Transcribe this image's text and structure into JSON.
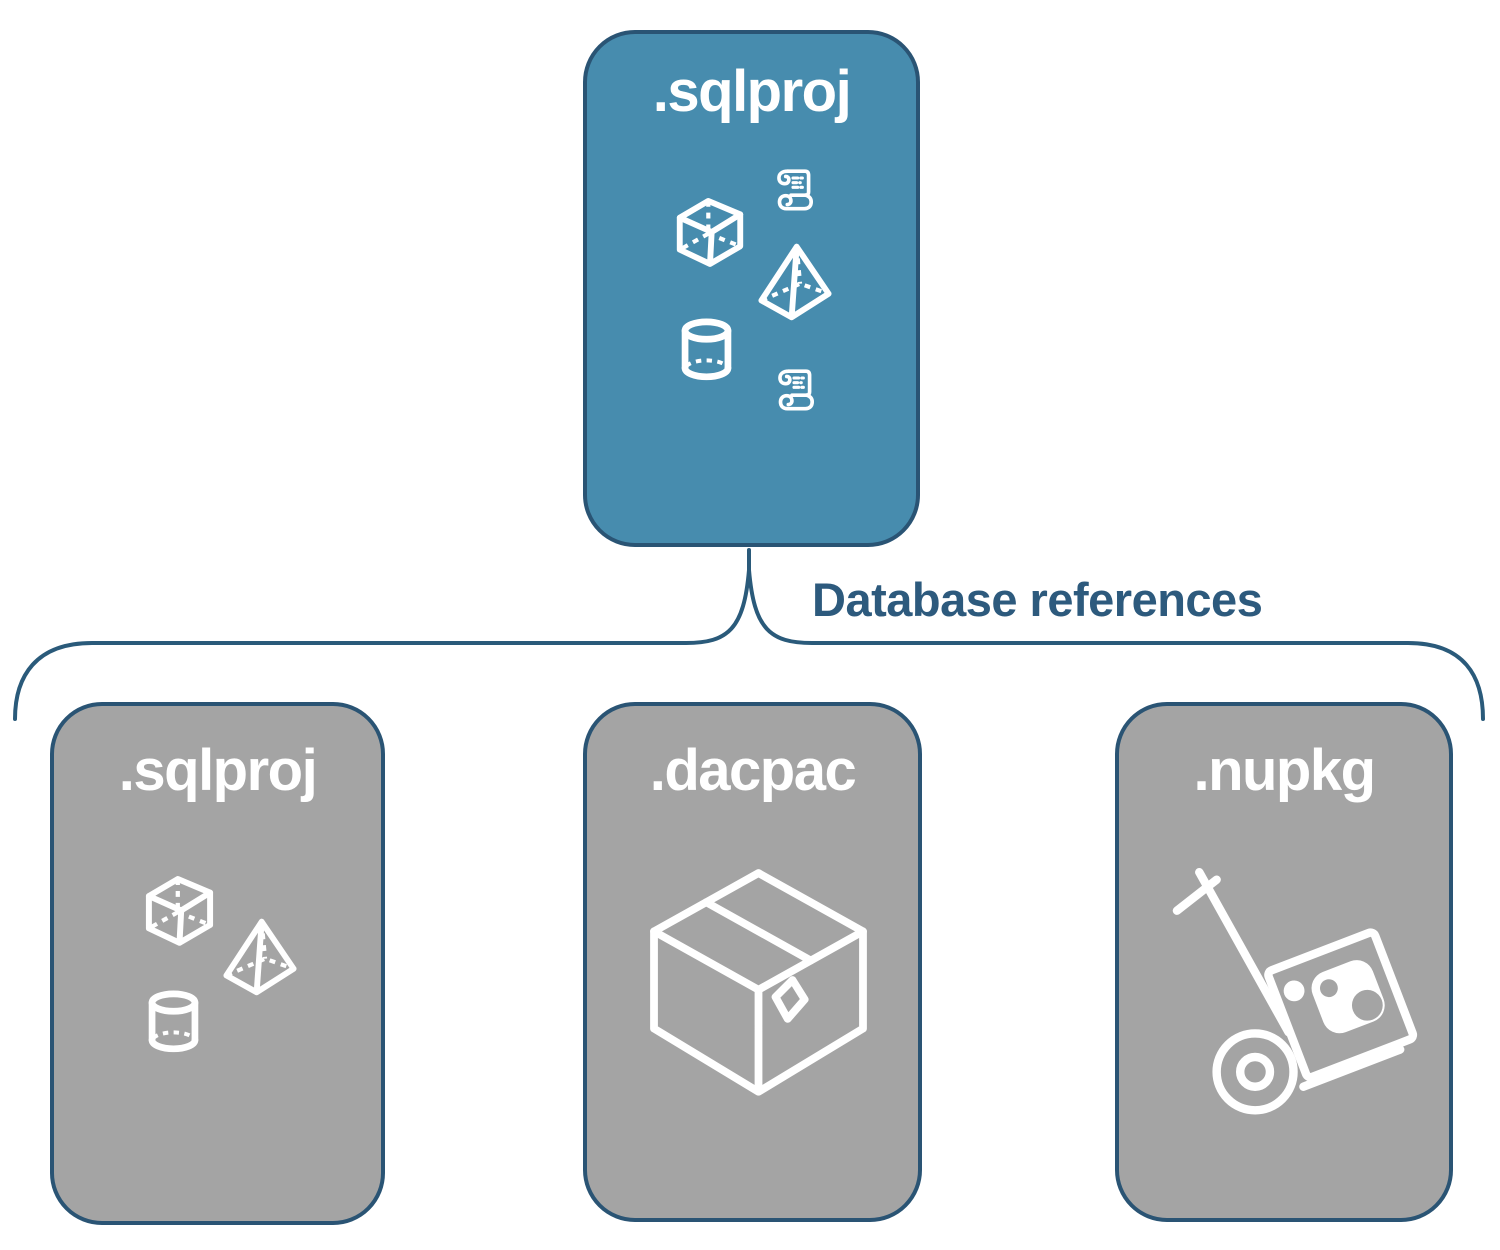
{
  "diagram": {
    "root_node": {
      "label": ".sqlproj",
      "icons": [
        "script-scroll-icon",
        "cube-icon",
        "pyramid-icon",
        "cylinder-icon",
        "script-scroll-icon"
      ]
    },
    "edge_label": "Database references",
    "child_nodes": [
      {
        "label": ".sqlproj",
        "icons": [
          "cube-icon",
          "pyramid-icon",
          "cylinder-icon"
        ]
      },
      {
        "label": ".dacpac",
        "icons": [
          "package-box-icon"
        ]
      },
      {
        "label": ".nupkg",
        "icons": [
          "nuget-hand-truck-icon"
        ]
      }
    ],
    "colors": {
      "root_fill": "#478CAE",
      "child_fill": "#A4A4A4",
      "node_border": "#2A5474",
      "connector": "#2A5A7A",
      "edge_label_text": "#2D5A7D",
      "node_label_text": "#FFFFFF",
      "icon_stroke": "#FFFFFF",
      "background": "#FFFFFF"
    }
  }
}
